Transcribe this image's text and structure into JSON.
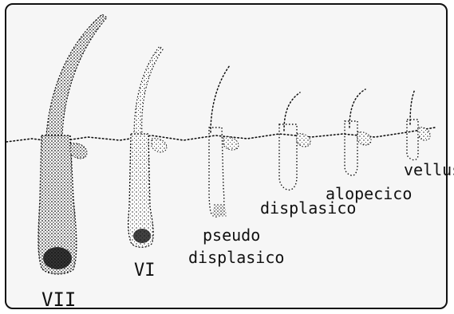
{
  "labels": {
    "stage_vii": "VII",
    "stage_vi": "VI",
    "pseudo_line1": "pseudo",
    "pseudo_line2": "displasico",
    "displasico": "displasico",
    "alopecico": "alopecico",
    "vellus": "vellus"
  },
  "colors": {
    "ink": "#111111",
    "background": "#f6f6f6",
    "frame": "#111111"
  }
}
